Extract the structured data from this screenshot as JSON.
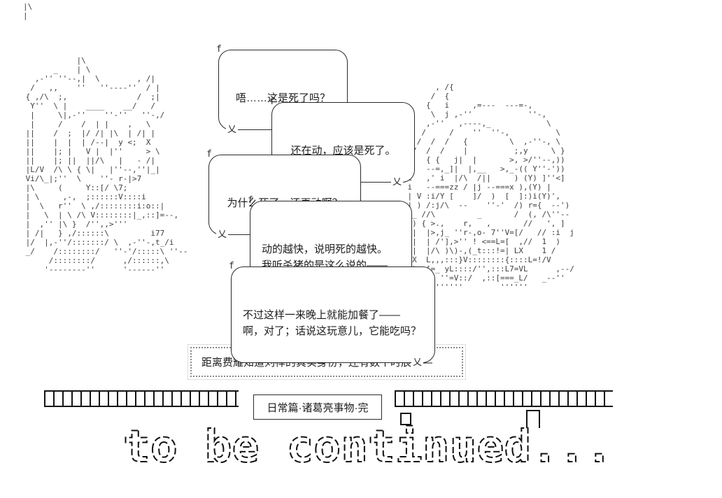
{
  "colors": {
    "background": "#ffffff",
    "line_ink": "#141414",
    "aa_ink": "#3d3d3d",
    "text_ink": "#1c1c1c"
  },
  "bubbles": [
    {
      "lines": [
        "唔……这是死了吗？"
      ]
    },
    {
      "lines": [
        "还在动，应该是死了。"
      ]
    },
    {
      "lines": [
        "为什么死了，还再动啊？"
      ]
    },
    {
      "lines": [
        "动的越快，说明死的越快。",
        "我听杀猪的是这么说的——"
      ]
    },
    {
      "lines": [
        "不过这样一来晚上就能加餐了——",
        "啊，对了；话说这玩意儿，它能吃吗？"
      ]
    }
  ],
  "bubble_glyphs": {
    "open": "f",
    "tail": "乂"
  },
  "caption": {
    "text": "距离费耀知道刘禅的真实身份，还有数个时辰——"
  },
  "footer": {
    "episode_label": "日常篇·诸葛亮事物·完",
    "to_be_continued": "to be continued..."
  },
  "ascii_art": {
    "corner_mark": [
      "|\\",
      "|"
    ],
    "left_creature": [
      "            |\\",
      "       _    | \\",
      "   ,-'' ''--,|  \\        , /|",
      "  /   ,,    ''   ''----''  / |",
      " { ,/\\  ;,               /  ;|",
      "  Y''  \\ |    ____    __/   /",
      "  |     \\|,-''    ''-''   ''-,/",
      "  |     /    /  | |    ,   \\",
      " ||    /  ;  |/ /| |\\  | /| |",
      " ||    |  |  | /--|  y <;  X",
      " ||    |; |   V |  |''     > \\",
      " ||    |; ||  ||/\\   |   - /|",
      " |L/V  /\\ \\ { \\|   |''--,''|_|",
      " Vi/\\_|;''  \\    ''- r-|>7",
      " |\\     (     Y::[/ \\7;",
      " | \\     ,-,  ;::::::V::::i",
      " |  \\   r''  \\ ,/::::::::i:o::|",
      " |   \\  | \\ /\\ V::::::::|_,::]=--,",
      " |  ,'' |\\ }  /'',,>'''",
      " | /|   } ,/::::::\\         i77",
      " |/  |,-''/:::::::/ \\  ,-''-,t_/i",
      " _/    /::::::::/   ''-'/:::::\\ ''--",
      "      /::::::::/      ,/::::::,\\",
      "     '--------''      '------''"
    ],
    "right_creature": [
      "          , /{",
      "         /  {",
      "        {   i     ,=---  ---=-,",
      "         \\  j ,-''            ''-,",
      "        ,-''   ,----,_            \\",
      "       /     /    ''  ''-,          \\",
      "      /  /  /   {         \\  ,-''-, \\",
      "     /  /  /    |          ;,y     \\ }",
      "    ,'  { {   j|  |       >, >/''--,))",
      "    |   --=,_]|  |,__   >,_-(( Y''-'))",
      "    i   ,' i  |/\\  /||     ) (Y) ]''<]",
      "    i   --===zz / |j --===x ),(Y) |",
      "    | V :i/Y [    ]/  )  [  ]:)i(Y)',",
      "    | ) /:j/\\  --    ''-'  /) r={  --')",
      "    X_ //\\         _       /  (, /\\''--",
      "     ) { >.,    r,   ,       //   ', ]",
      "     |  |>,j_ ''r-,o- 7''V=[/   // :i  j",
      "     |  | /'],>'' ! <==L=[  ,//  1  )",
      "     |  |/\\ )\\)-,(_t:::!=| LX    1 /",
      "     X  L,,,:::}V::::::::{::::L=!/V",
      "     ) ,[=_ yL::::/'',:::L7=VL      ,--/",
      "     {/''- ''=V::/  ,::[===_L/   _--''",
      "          ''''''        ''''''"
    ]
  }
}
